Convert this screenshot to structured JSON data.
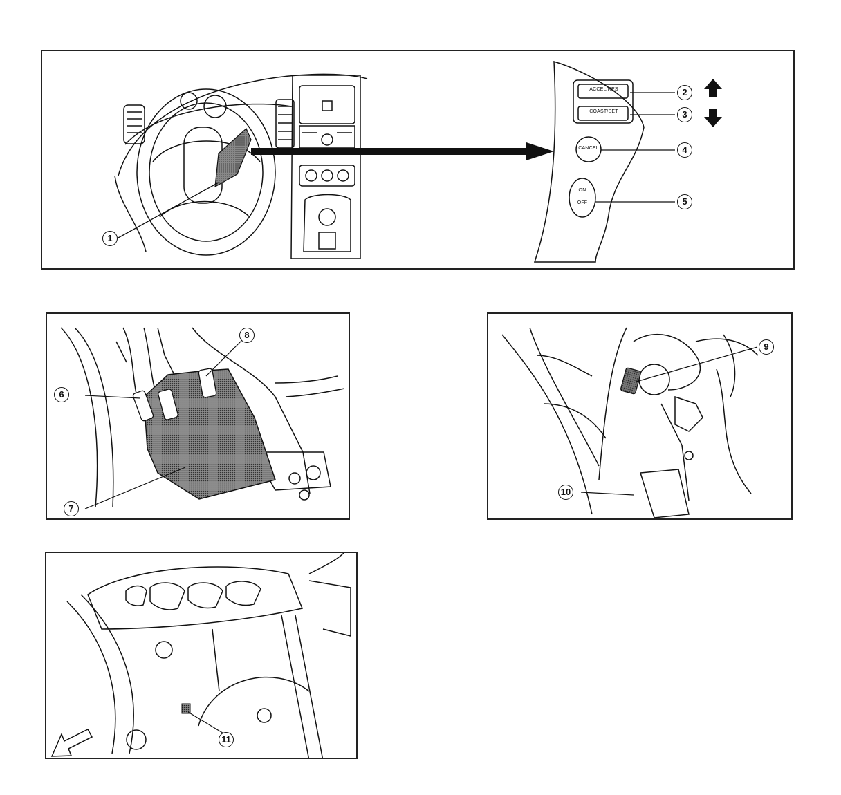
{
  "callouts": {
    "c1": "1",
    "c2": "2",
    "c3": "3",
    "c4": "4",
    "c5": "5",
    "c6": "6",
    "c7": "7",
    "c8": "8",
    "c9": "9",
    "c10": "10",
    "c11": "11"
  },
  "switch_labels": {
    "accel_res": "ACCEL/RES",
    "coast_set": "COAST/SET",
    "cancel": "CANCEL",
    "on": "ON",
    "off": "OFF"
  },
  "colors": {
    "line": "#111111",
    "hatch": "#5a5a5a"
  }
}
